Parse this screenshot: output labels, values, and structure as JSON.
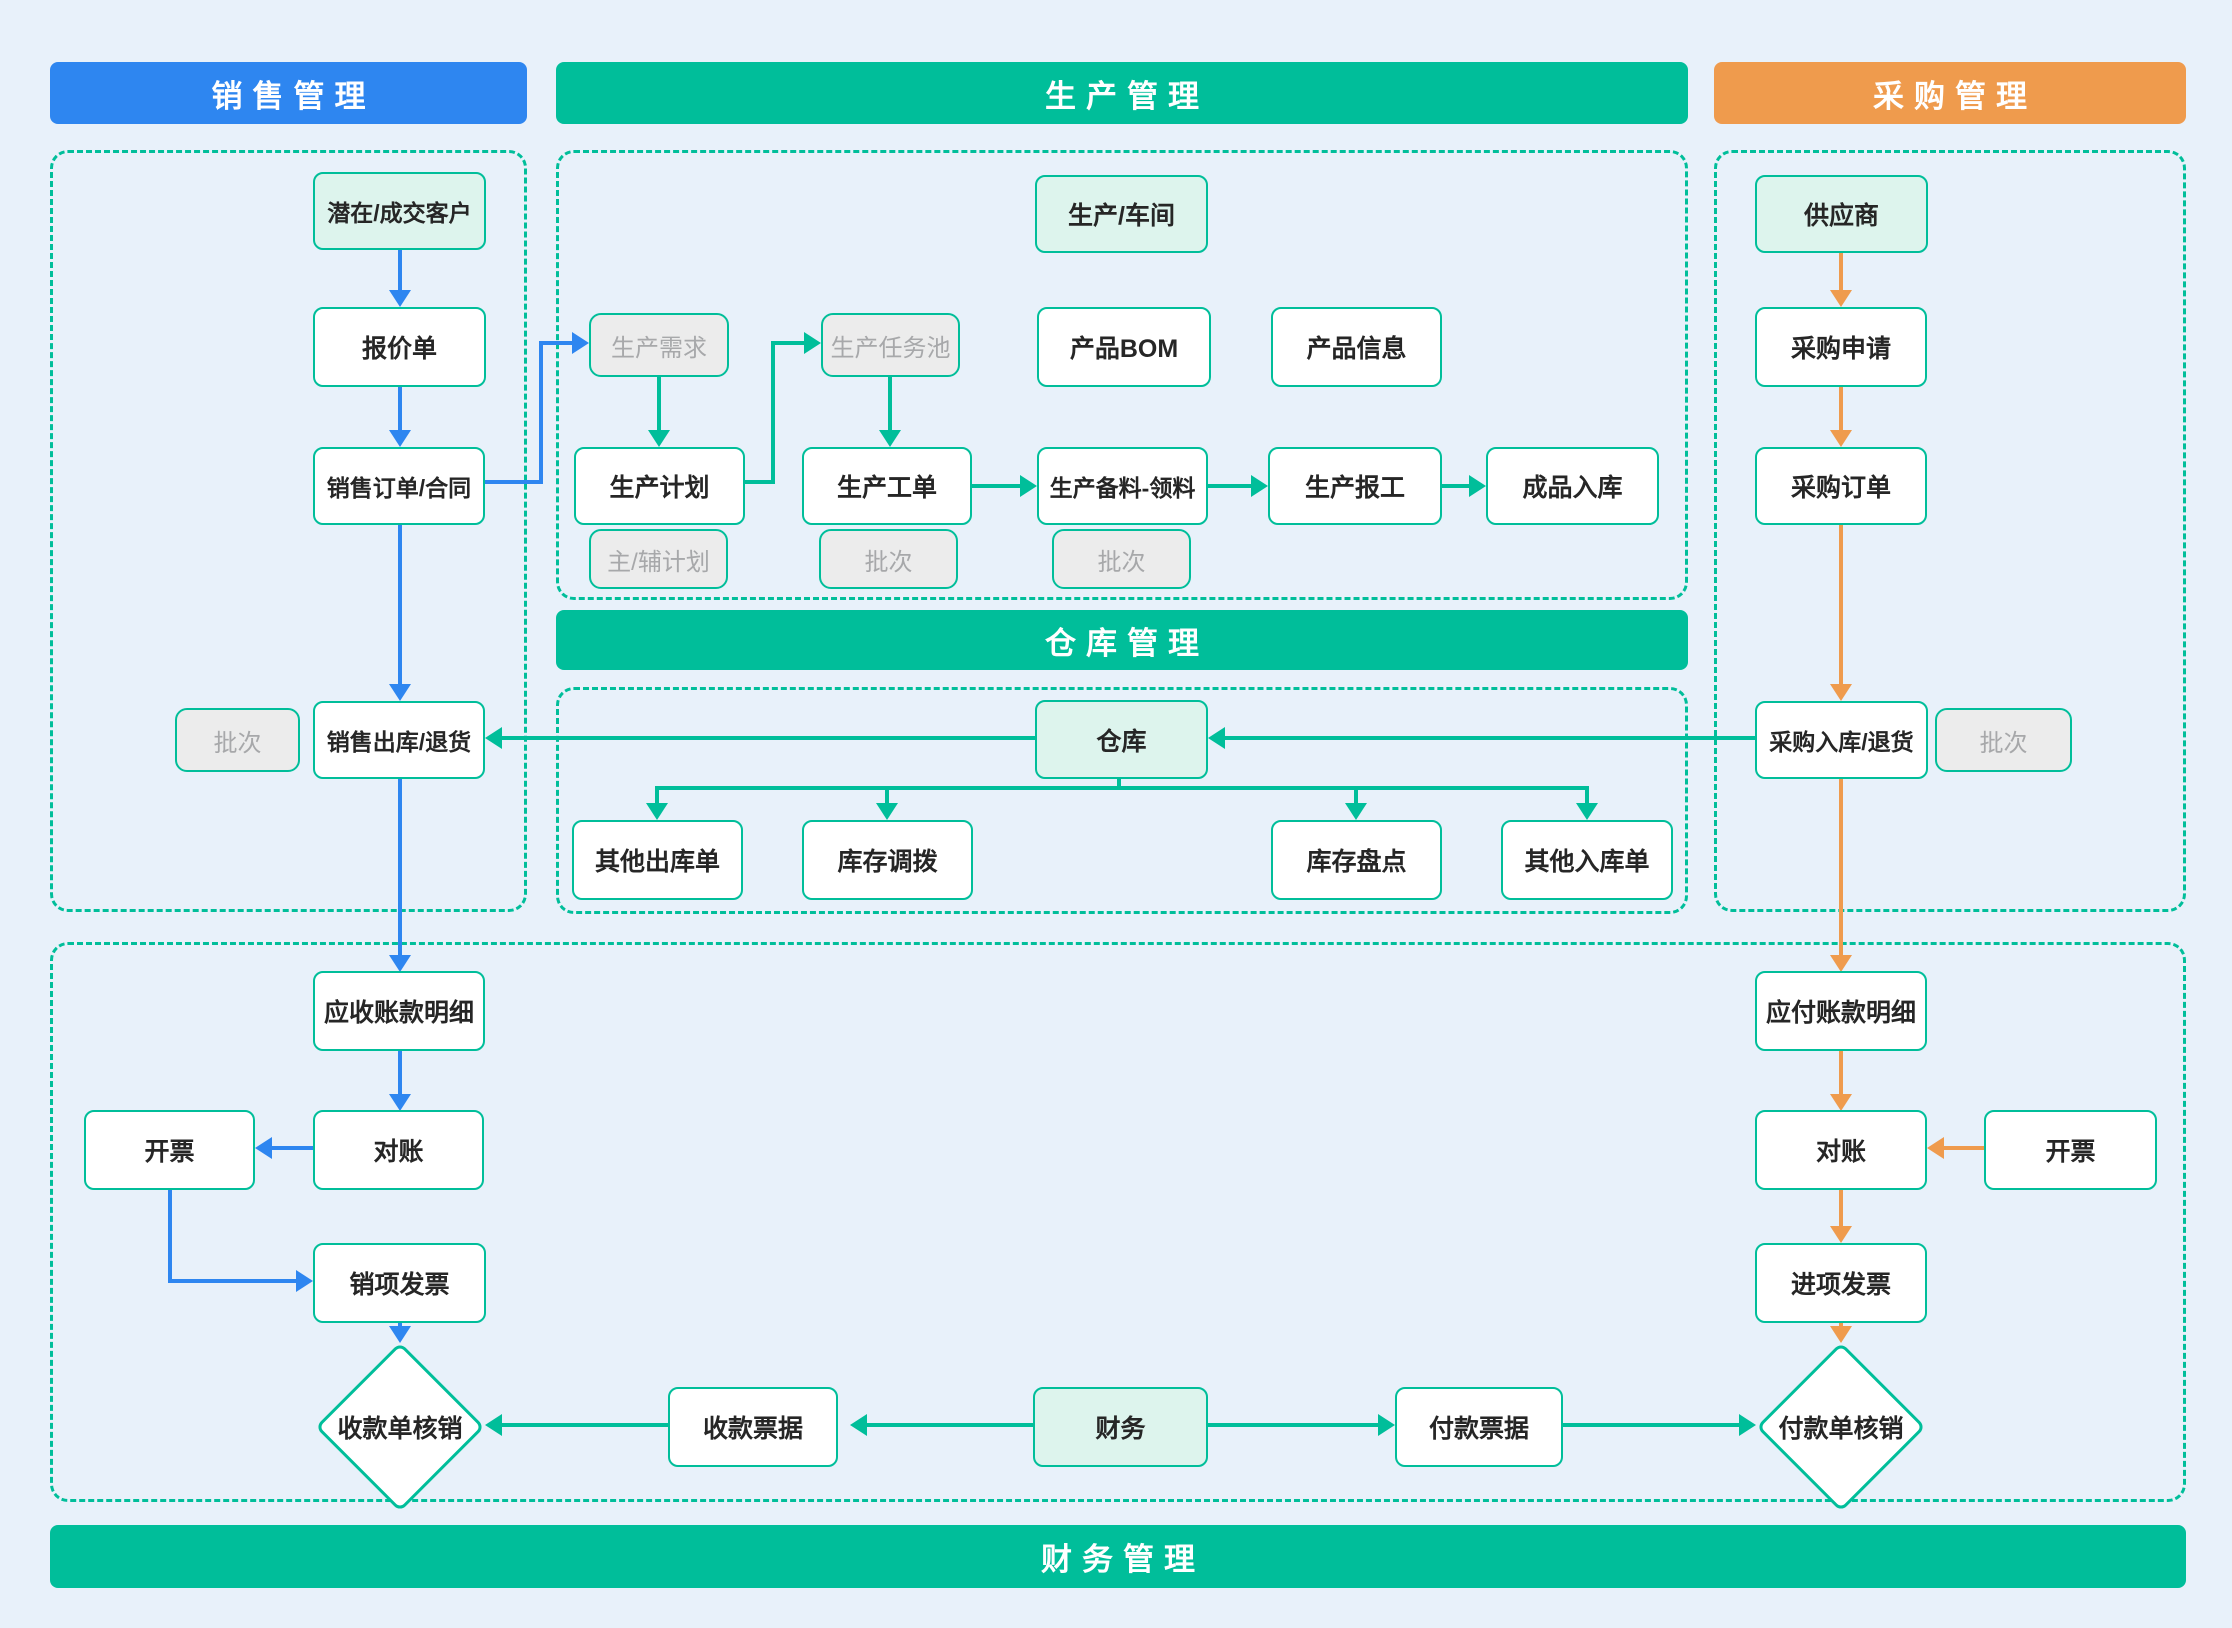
{
  "palette": {
    "blue": "#2E86F0",
    "green": "#00BE9A",
    "orange": "#EF9B4D",
    "bg": "#E8F1FA",
    "mint": "#DDF4ED",
    "gray_fill": "#ECECEC",
    "gray_text": "#A7A8AA",
    "text_dark": "#262626"
  },
  "headers": {
    "sales": "销售管理",
    "production": "生产管理",
    "purchase": "采购管理",
    "warehouse": "仓库管理",
    "finance": "财务管理"
  },
  "nodes": {
    "sales": {
      "customer": "潜在/成交客户",
      "quotation": "报价单",
      "order": "销售订单/合同",
      "batch": "批次",
      "outbound": "销售出库/退货",
      "receivable": "应收账款明细",
      "reconciliation": "对账",
      "invoicing": "开票",
      "sales_invoice": "销项发票",
      "receipt_writeoff": "收款单核销"
    },
    "production": {
      "workshop": "生产/车间",
      "demand": "生产需求",
      "task_pool": "生产任务池",
      "bom": "产品BOM",
      "product_info": "产品信息",
      "plan": "生产计划",
      "main_aux_plan": "主/辅计划",
      "work_order": "生产工单",
      "work_order_batch": "批次",
      "picking": "生产备料-领料",
      "picking_batch": "批次",
      "reporting": "生产报工",
      "finished_inbound": "成品入库"
    },
    "warehouse": {
      "warehouse": "仓库",
      "other_outbound": "其他出库单",
      "transfer": "库存调拨",
      "stocktaking": "库存盘点",
      "other_inbound": "其他入库单"
    },
    "purchase": {
      "supplier": "供应商",
      "request": "采购申请",
      "order": "采购订单",
      "inbound": "采购入库/退货",
      "batch": "批次",
      "payable": "应付账款明细",
      "reconciliation": "对账",
      "invoicing": "开票",
      "input_invoice": "进项发票",
      "payment_writeoff": "付款单核销"
    },
    "finance": {
      "receipt_note": "收款票据",
      "finance": "财务",
      "payment_note": "付款票据"
    }
  }
}
